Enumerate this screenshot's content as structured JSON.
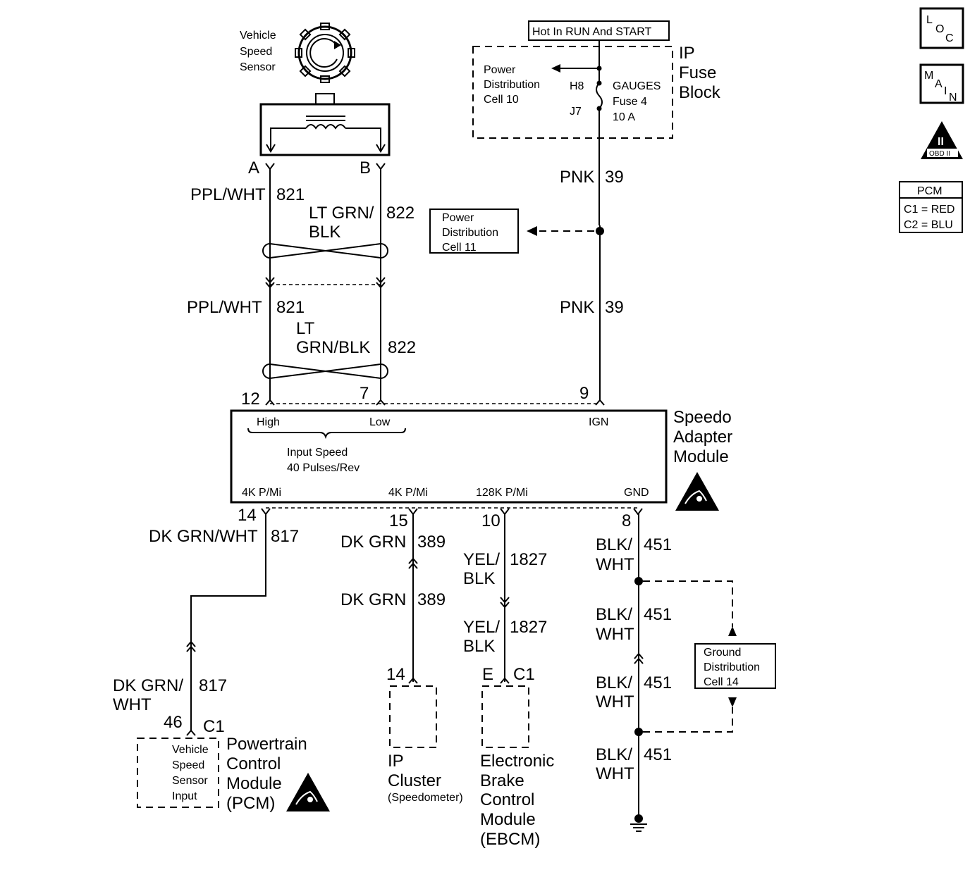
{
  "vss": {
    "line1": "Vehicle",
    "line2": "Speed",
    "line3": "Sensor",
    "pin_a": "A",
    "pin_b": "B"
  },
  "hot_label": "Hot In RUN And START",
  "fuse_block": {
    "title1": "IP",
    "title2": "Fuse",
    "title3": "Block",
    "pd_line1": "Power",
    "pd_line2": "Distribution",
    "pd_line3": "Cell 10",
    "h8": "H8",
    "j7": "J7",
    "fuse_line1": "GAUGES",
    "fuse_line2": "Fuse 4",
    "fuse_line3": "10 A"
  },
  "pd11": {
    "line1": "Power",
    "line2": "Distribution",
    "line3": "Cell 11"
  },
  "wires": {
    "pnk": "PNK",
    "pnk_num": "39",
    "ppl": "PPL/WHT",
    "ppl_num": "821",
    "ltgrn1a": "LT GRN/",
    "ltgrn1b": "BLK",
    "ltgrn_num": "822",
    "ltgrn2a": "LT",
    "ltgrn2b": "GRN/BLK",
    "dkgrnwht": "DK GRN/WHT",
    "dkgrnwht_num": "817",
    "dkgrnwht2a": "DK GRN/",
    "dkgrnwht2b": "WHT",
    "dkgrn": "DK GRN",
    "dkgrn_num": "389",
    "yel_a": "YEL/",
    "yel_b": "BLK",
    "yel_num": "1827",
    "blk_a": "BLK/",
    "blk_b": "WHT",
    "blk_num": "451"
  },
  "sam": {
    "title1": "Speedo",
    "title2": "Adapter",
    "title3": "Module",
    "pin12": "12",
    "pin7": "7",
    "pin9": "9",
    "high": "High",
    "low": "Low",
    "ign": "IGN",
    "input1": "Input Speed",
    "input2": "40 Pulses/Rev",
    "out1": "4K P/Mi",
    "out2": "4K P/Mi",
    "out3": "128K P/Mi",
    "gnd": "GND",
    "pin14": "14",
    "pin15": "15",
    "pin10": "10",
    "pin8": "8"
  },
  "pcm_block": {
    "pin": "46",
    "conn": "C1",
    "inner1": "Vehicle",
    "inner2": "Speed",
    "inner3": "Sensor",
    "inner4": "Input",
    "title1": "Powertrain",
    "title2": "Control",
    "title3": "Module",
    "title4": "(PCM)"
  },
  "ip_cluster": {
    "pin": "14",
    "title1": "IP",
    "title2": "Cluster",
    "sub": "(Speedometer)"
  },
  "ebcm": {
    "pin": "E",
    "conn": "C1",
    "title1": "Electronic",
    "title2": "Brake",
    "title3": "Control",
    "title4": "Module",
    "title5": "(EBCM)"
  },
  "gdc": {
    "line1": "Ground",
    "line2": "Distribution",
    "line3": "Cell 14"
  },
  "legend": {
    "loc_l": "L",
    "loc_o": "O",
    "loc_c": "C",
    "main_m": "M",
    "main_a": "A",
    "main_i": "I",
    "main_n": "N",
    "obd_num": "II",
    "obd_text": "OBD II",
    "pcm_title": "PCM",
    "pcm_c1": "C1 = RED",
    "pcm_c2": "C2 = BLU"
  }
}
